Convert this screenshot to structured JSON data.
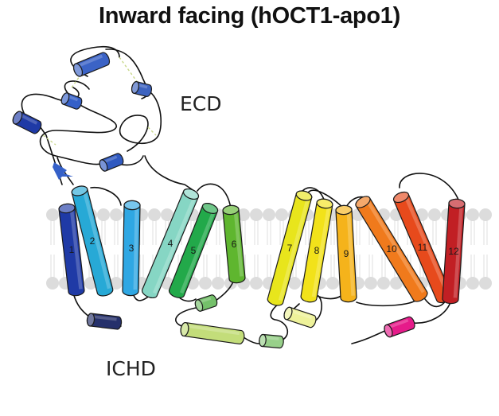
{
  "title": "Inward facing (hOCT1-apo1)",
  "labels": {
    "ecd": "ECD",
    "ichd": "ICHD"
  },
  "helices": [
    {
      "num": "1",
      "color": "#1f3aa6"
    },
    {
      "num": "2",
      "color": "#27a9d6"
    },
    {
      "num": "3",
      "color": "#2fa7e3"
    },
    {
      "num": "4",
      "color": "#86d6c4"
    },
    {
      "num": "5",
      "color": "#22a94a"
    },
    {
      "num": "6",
      "color": "#5fb62f"
    },
    {
      "num": "7",
      "color": "#e8e51c"
    },
    {
      "num": "8",
      "color": "#f2e21a"
    },
    {
      "num": "9",
      "color": "#f5b31b"
    },
    {
      "num": "10",
      "color": "#f07a1c"
    },
    {
      "num": "11",
      "color": "#e74a1c"
    },
    {
      "num": "12",
      "color": "#c11f24"
    }
  ]
}
